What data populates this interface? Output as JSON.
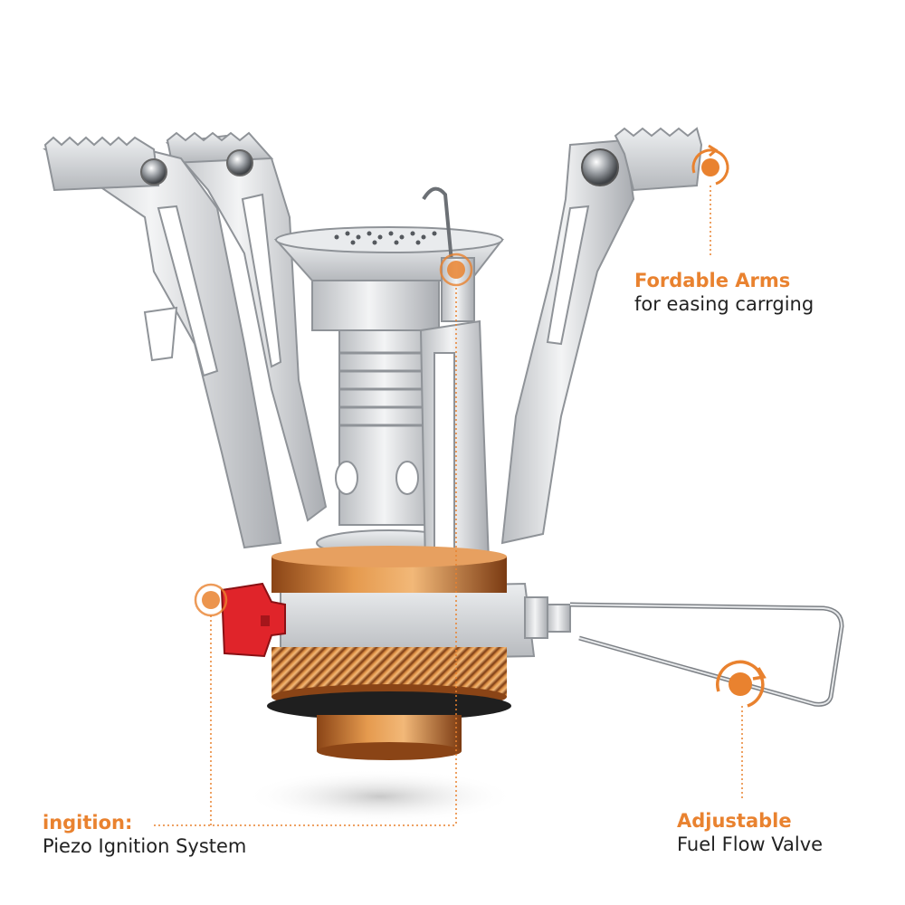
{
  "callouts": {
    "arms": {
      "title": "Fordable Arms",
      "desc": "for easing carrging"
    },
    "valve": {
      "title": "Adjustable",
      "desc": "Fuel Flow Valve"
    },
    "ignition": {
      "title": "ingition:",
      "desc": "Piezo Ignition System"
    }
  },
  "colors": {
    "accent": "#e9822f",
    "text": "#222222",
    "ignition_button": "#e0242a",
    "copper": "#c8702a",
    "steel": "#d9dbde"
  },
  "icons": [
    "rotate-arrow-icon",
    "target-dot-icon"
  ]
}
